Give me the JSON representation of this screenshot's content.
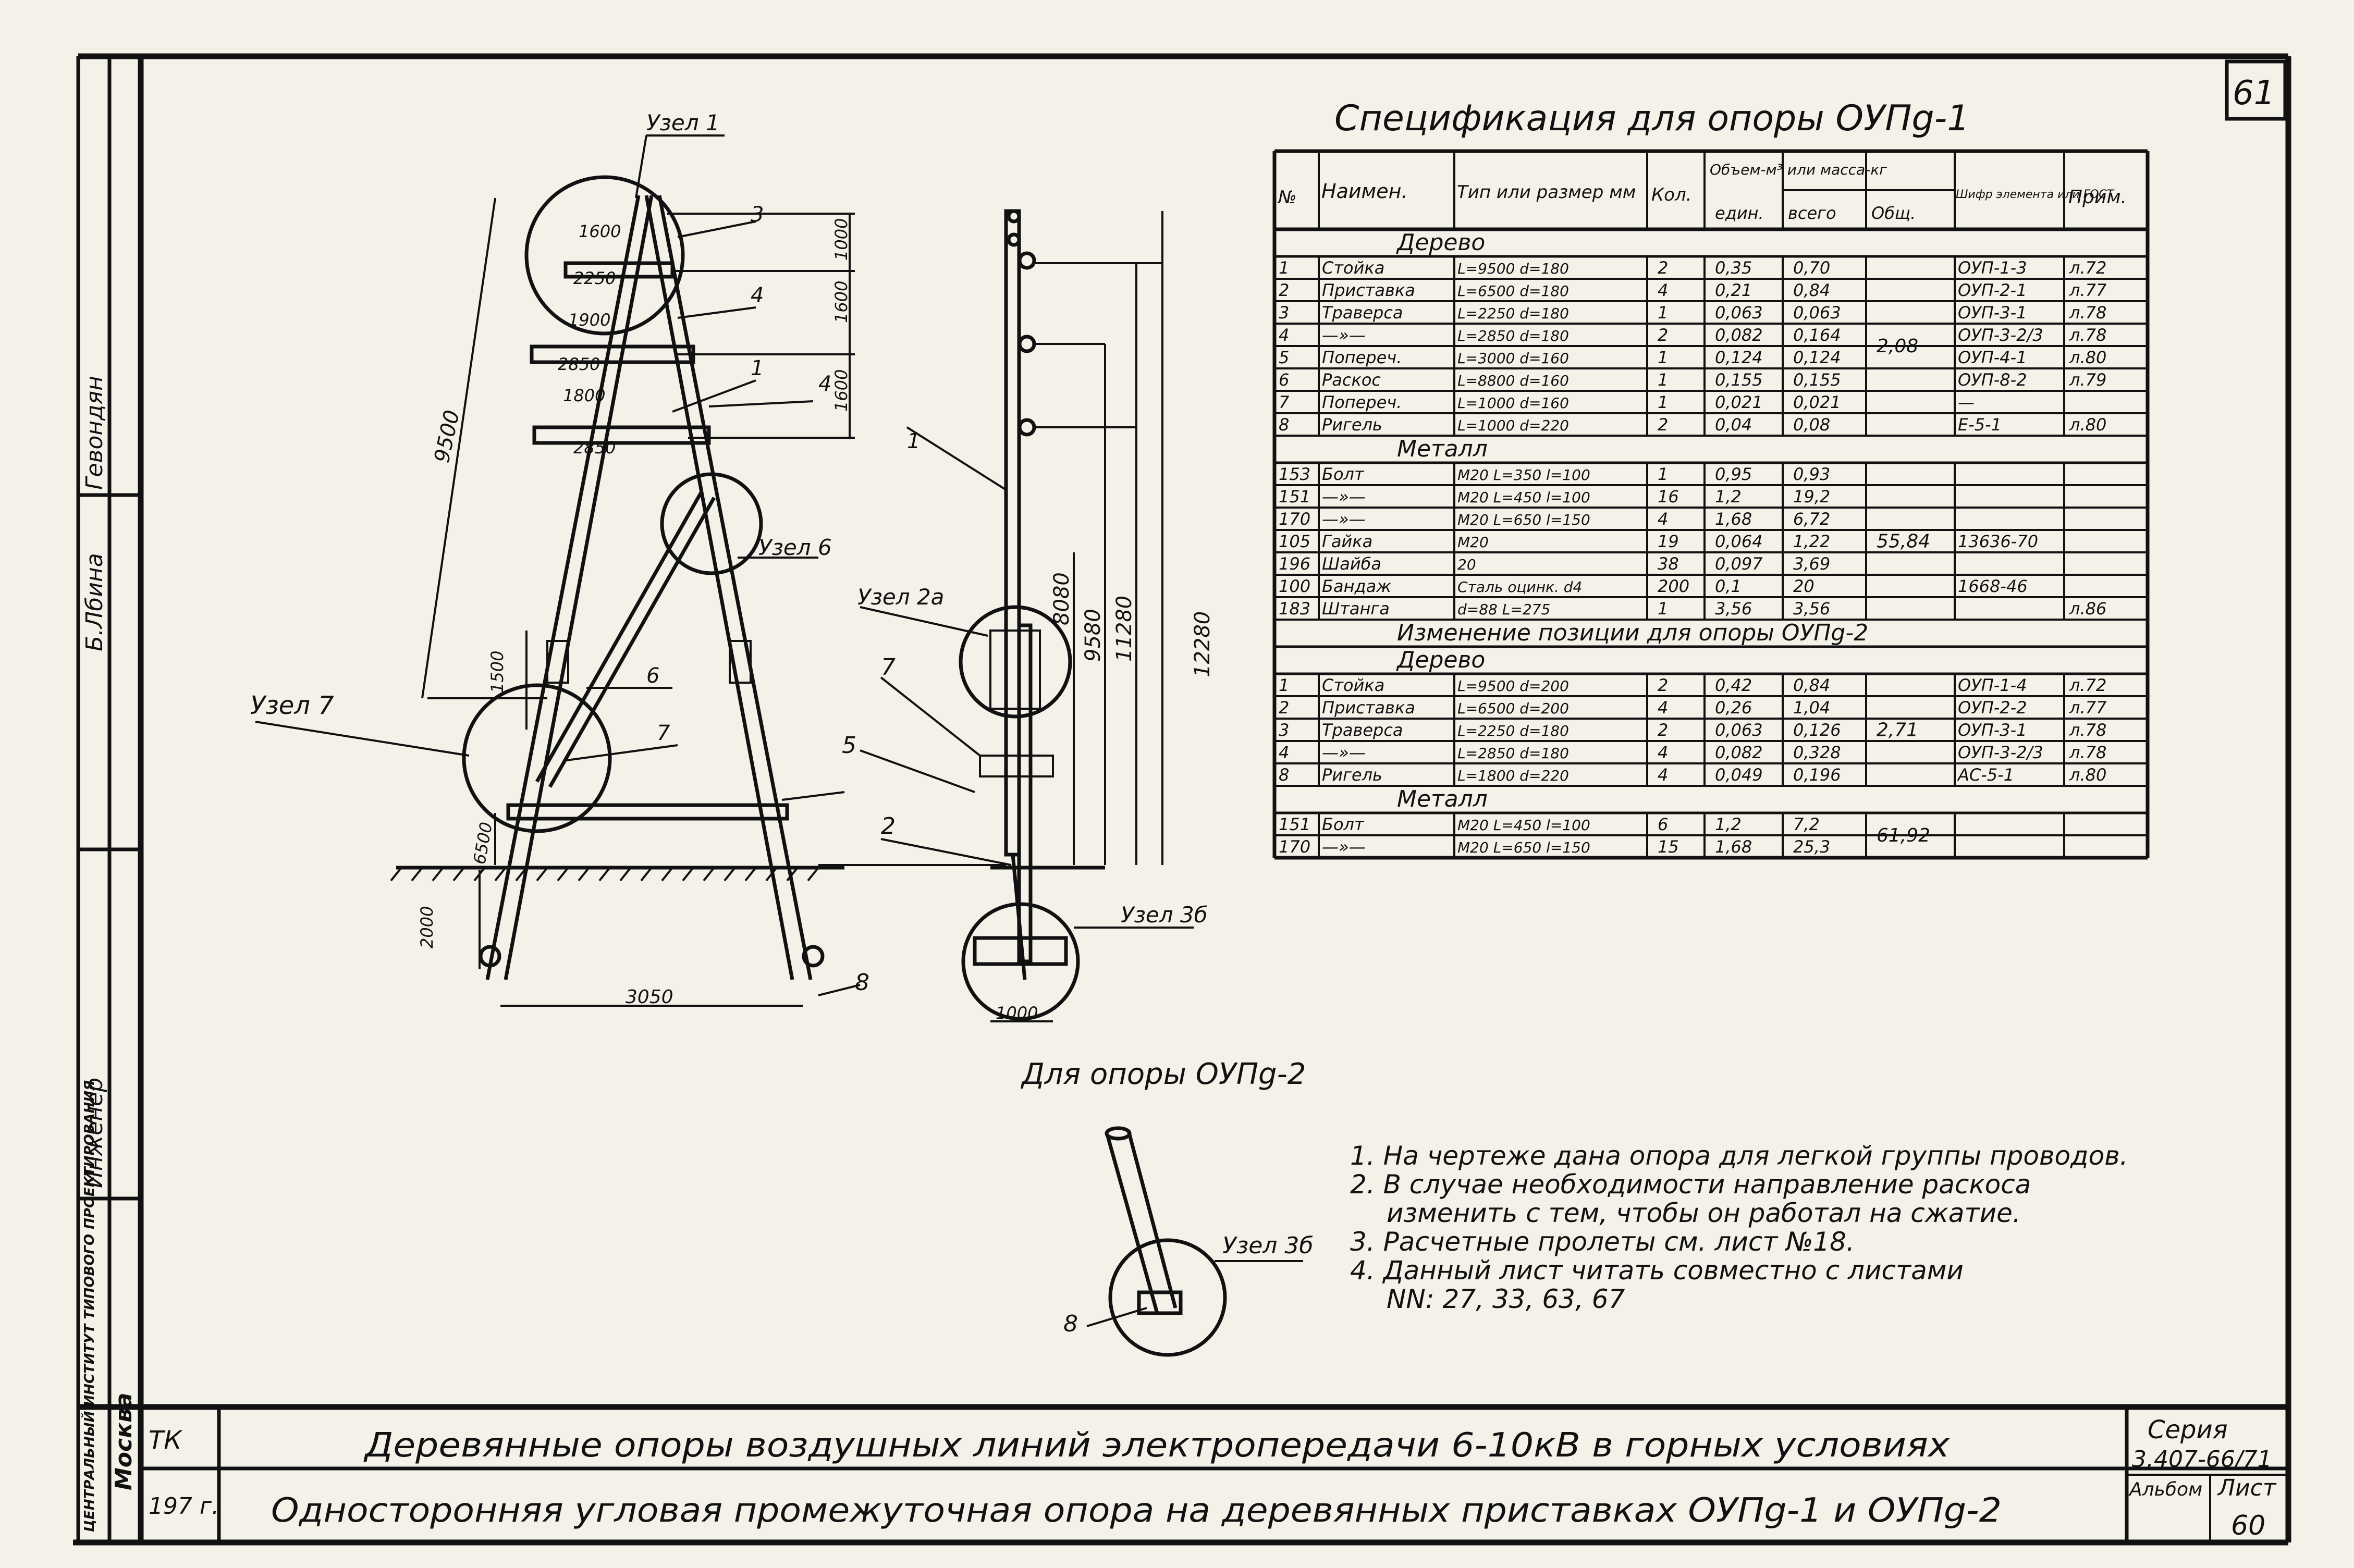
{
  "sheet_number": "61",
  "side_stamp": {
    "name1": "Гевондян",
    "name2": "Б.Лбина",
    "role": "Инженер",
    "org": "ЦЕНТРАЛЬНЫЙ ИНСТИТУТ ТИПОВОГО ПРОЕКТИРОВАНИЯ",
    "city": "Москва"
  },
  "drawing": {
    "node_labels": {
      "n1": "Узел 1",
      "n6": "Узел 6",
      "n7": "Узел 7",
      "n2a": "Узел 2а",
      "n3b_side": "Узел 3б",
      "n3b_small": "Узел 3б"
    },
    "dims_left": [
      "1600",
      "2250",
      "1900",
      "2850",
      "1800",
      "2850",
      "9500",
      "1500",
      "6500",
      "2000",
      "3050"
    ],
    "dims_right_top": [
      "1000",
      "1600",
      "1600"
    ],
    "dims_side": [
      "8080",
      "9580",
      "11280",
      "12280",
      "1000"
    ],
    "callouts": [
      "3",
      "4",
      "1",
      "4",
      "6",
      "7",
      "1",
      "7",
      "5",
      "2",
      "8"
    ],
    "callout_small": "8",
    "caption_second": "Для опоры ОУПg-2"
  },
  "spec": {
    "title": "Спецификация для опоры ОУПg-1",
    "headers": {
      "num": "№",
      "name": "Наимен.",
      "type": "Тип или размер мм",
      "qty": "Кол.",
      "volume": "Объем-м³ или масса-кг",
      "unit": "един.",
      "total": "всего",
      "common": "Общ.",
      "code": "Шифр элемента или ГОСТ",
      "note": "Прим."
    },
    "sections": {
      "wood1": "Дерево",
      "metal1": "Металл",
      "change": "Изменение позиции для опоры ОУПg-2",
      "wood2": "Дерево",
      "metal2": "Металл"
    },
    "wood1_rows": [
      [
        "1",
        "Стойка",
        "L=9500 d=180",
        "2",
        "0,35",
        "0,70",
        "ОУП-1-3",
        "л.72"
      ],
      [
        "2",
        "Приставка",
        "L=6500 d=180",
        "4",
        "0,21",
        "0,84",
        "ОУП-2-1",
        "л.77"
      ],
      [
        "3",
        "Траверса",
        "L=2250 d=180",
        "1",
        "0,063",
        "0,063",
        "ОУП-3-1",
        "л.78"
      ],
      [
        "4",
        "—»—",
        "L=2850 d=180",
        "2",
        "0,082",
        "0,164",
        "ОУП-3-2/3",
        "л.78"
      ],
      [
        "5",
        "Попереч.",
        "L=3000 d=160",
        "1",
        "0,124",
        "0,124",
        "ОУП-4-1",
        "л.80"
      ],
      [
        "6",
        "Раскос",
        "L=8800 d=160",
        "1",
        "0,155",
        "0,155",
        "ОУП-8-2",
        "л.79"
      ],
      [
        "7",
        "Попереч.",
        "L=1000 d=160",
        "1",
        "0,021",
        "0,021",
        "—",
        ""
      ],
      [
        "8",
        "Ригель",
        "L=1000 d=220",
        "2",
        "0,04",
        "0,08",
        "Е-5-1",
        "л.80"
      ]
    ],
    "wood1_common": "2,08",
    "metal1_rows": [
      [
        "153",
        "Болт",
        "М20 L=350 l=100",
        "1",
        "0,95",
        "0,93",
        "",
        ""
      ],
      [
        "151",
        "—»—",
        "М20 L=450 l=100",
        "16",
        "1,2",
        "19,2",
        "",
        ""
      ],
      [
        "170",
        "—»—",
        "М20 L=650 l=150",
        "4",
        "1,68",
        "6,72",
        "",
        ""
      ],
      [
        "105",
        "Гайка",
        "М20",
        "19",
        "0,064",
        "1,22",
        "13636-70",
        ""
      ],
      [
        "196",
        "Шайба",
        "20",
        "38",
        "0,097",
        "3,69",
        "",
        ""
      ],
      [
        "100",
        "Бандаж",
        "Сталь оцинк. d4",
        "200",
        "0,1",
        "20",
        "1668-46",
        ""
      ],
      [
        "183",
        "Штанга",
        "d=88 L=275",
        "1",
        "3,56",
        "3,56",
        "",
        "л.86"
      ]
    ],
    "metal1_common": "55,84",
    "wood2_rows": [
      [
        "1",
        "Стойка",
        "L=9500 d=200",
        "2",
        "0,42",
        "0,84",
        "ОУП-1-4",
        "л.72"
      ],
      [
        "2",
        "Приставка",
        "L=6500 d=200",
        "4",
        "0,26",
        "1,04",
        "ОУП-2-2",
        "л.77"
      ],
      [
        "3",
        "Траверса",
        "L=2250 d=180",
        "2",
        "0,063",
        "0,126",
        "ОУП-3-1",
        "л.78"
      ],
      [
        "4",
        "—»—",
        "L=2850 d=180",
        "4",
        "0,082",
        "0,328",
        "ОУП-3-2/3",
        "л.78"
      ],
      [
        "8",
        "Ригель",
        "L=1800 d=220",
        "4",
        "0,049",
        "0,196",
        "АС-5-1",
        "л.80"
      ]
    ],
    "wood2_common": "2,71",
    "metal2_rows": [
      [
        "151",
        "Болт",
        "М20 L=450 l=100",
        "6",
        "1,2",
        "7,2",
        "",
        ""
      ],
      [
        "170",
        "—»—",
        "М20 L=650 l=150",
        "15",
        "1,68",
        "25,3",
        "",
        ""
      ]
    ],
    "metal2_common": "61,92"
  },
  "notes": [
    "1. На чертеже дана опора для легкой группы проводов.",
    "2. В случае необходимости направление раскоса",
    "изменить с тем, чтобы он работал на сжатие.",
    "3. Расчетные пролеты см. лист №18.",
    "4. Данный лист читать совместно с листами",
    "NN: 27, 33, 63, 67"
  ],
  "title_block": {
    "org": "ТК",
    "year": "197 г.",
    "line1": "Деревянные опоры воздушных линий электропередачи 6-10кВ в горных условиях",
    "line2": "Односторонняя угловая промежуточная опора на деревянных приставках ОУПg-1 и ОУПg-2",
    "series_label": "Серия",
    "series_value": "3.407-66/71",
    "album_label": "Альбом",
    "sheet_label": "Лист",
    "sheet_value": "60"
  },
  "colors": {
    "ink": "#111111",
    "paper": "#f4f1e8"
  }
}
